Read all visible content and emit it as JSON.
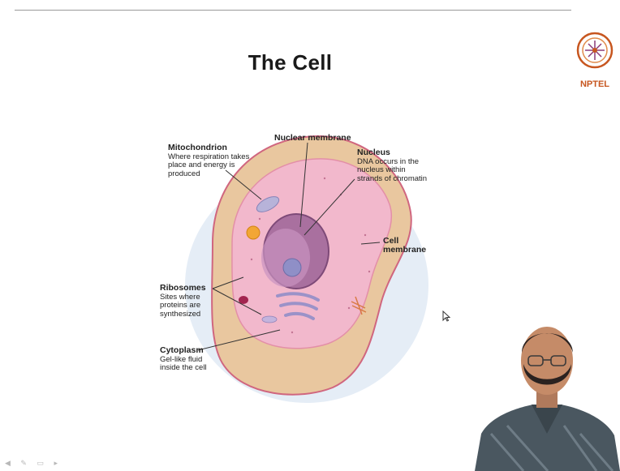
{
  "slide": {
    "title": "The Cell",
    "logo_text": "NPTEL"
  },
  "labels": {
    "mitochondrion": {
      "heading": "Mitochondrion",
      "desc": "Where respiration takes\nplace and energy is\nproduced"
    },
    "nuclear_membrane": {
      "heading": "Nuclear membrane"
    },
    "nucleus": {
      "heading": "Nucleus",
      "desc": "DNA occurs in the\nnucleus within\nstrands of chromatin"
    },
    "cell_membrane": {
      "heading": "Cell\nmembrane"
    },
    "ribosomes": {
      "heading": "Ribosomes",
      "desc": "Sites where\nproteins are\nsynthesized"
    },
    "cytoplasm": {
      "heading": "Cytoplasm",
      "desc": "Gel-like fluid\ninside the cell"
    }
  },
  "colors": {
    "cell_outer": "#e9c79f",
    "cytoplasm": "#f2b8cc",
    "nucleus": "#a9709f",
    "membrane": "#d0667f",
    "logo_accent": "#c7561f"
  },
  "icons": [
    "nptel-logo-icon",
    "mouse-cursor-icon",
    "presenter-video",
    "slide-toolbar-icons"
  ]
}
